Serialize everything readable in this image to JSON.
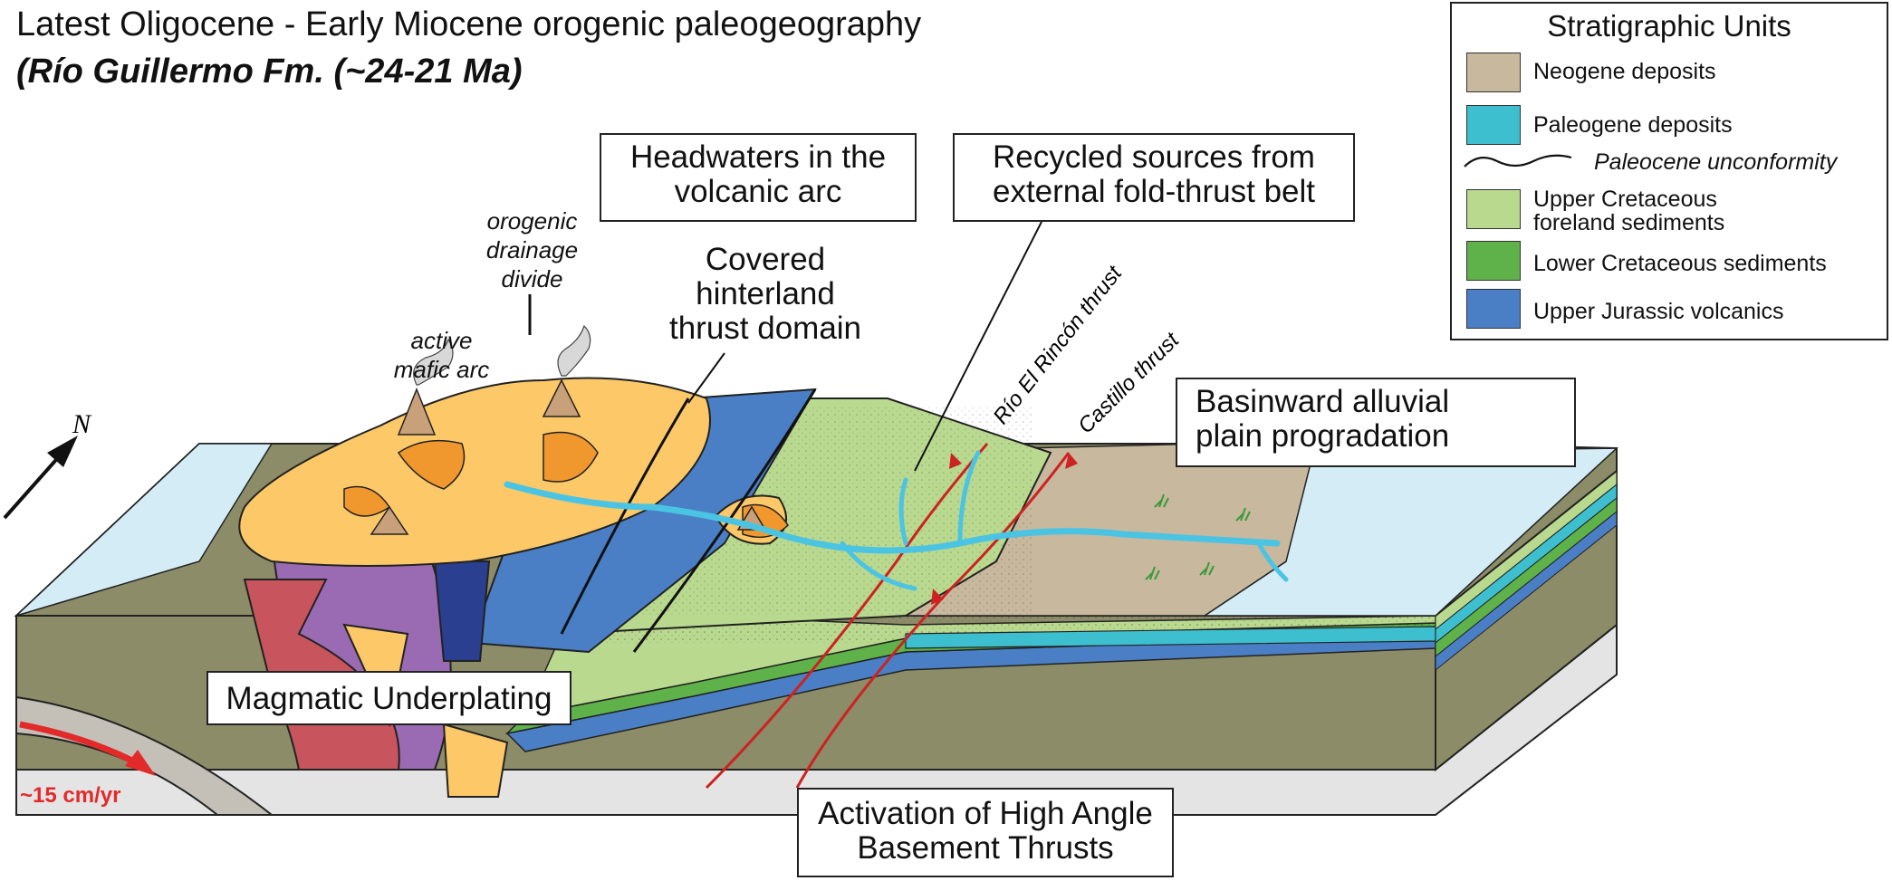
{
  "title": "Latest Oligocene - Early Miocene orogenic paleogeography",
  "subtitle": "(Río Guillermo Fm. (~24-21 Ma)",
  "north_label": "N",
  "labels": {
    "headwaters": [
      "Headwaters in the",
      "volcanic arc"
    ],
    "recycled": [
      "Recycled sources from",
      "external fold-thrust belt"
    ],
    "covered": [
      "Covered",
      "hinterland",
      "thrust domain"
    ],
    "drainage_divide": [
      "orogenic",
      "drainage",
      "divide"
    ],
    "active_arc": [
      "active",
      "mafic arc"
    ],
    "rio_rincon": "Río El Rincón thrust",
    "castillo": "Castillo thrust",
    "basinward": [
      "Basinward alluvial",
      "plain progradation"
    ],
    "underplating": "Magmatic Underplating",
    "activation": [
      "Activation of High Angle",
      "Basement Thrusts"
    ],
    "rate": "~15 cm/yr"
  },
  "legend": {
    "title": "Stratigraphic Units",
    "items": [
      {
        "label": "Neogene deposits",
        "color": "#c8b89e"
      },
      {
        "label": "Paleogene deposits",
        "color": "#3dbfcf"
      },
      {
        "label": "Paleocene unconformity",
        "color": ""
      },
      {
        "label": "Upper Cretaceous foreland sediments",
        "color": "#b9d98f"
      },
      {
        "label": "Lower Cretaceous sediments",
        "color": "#5fb24a"
      },
      {
        "label": "Upper Jurassic volcanics",
        "color": "#4a7fc6"
      }
    ]
  },
  "colors": {
    "basement": "#8c8c68",
    "arc": "#fcc868",
    "volcano": "#f0982e",
    "river": "#4bc4e4",
    "thrust": "#cc2222",
    "arrow": "#2a2a8a",
    "water": "#d3ecf6"
  }
}
